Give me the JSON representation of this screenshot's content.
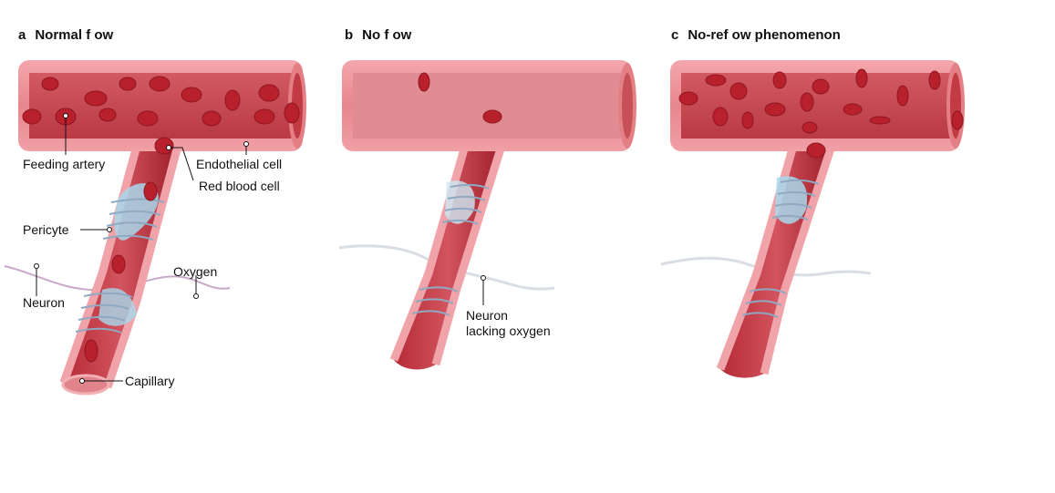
{
  "panels": [
    {
      "letter": "a",
      "title": "Normal f ow"
    },
    {
      "letter": "b",
      "title": "No f ow"
    },
    {
      "letter": "c",
      "title": "No-ref ow phenomenon"
    }
  ],
  "labels": {
    "feeding_artery": "Feeding artery",
    "endothelial_cell": "Endothelial cell",
    "red_blood_cell": "Red blood cell",
    "pericyte": "Pericyte",
    "oxygen": "Oxygen",
    "neuron": "Neuron",
    "capillary": "Capillary",
    "neuron_lacking_oxygen_1": "Neuron",
    "neuron_lacking_oxygen_2": "lacking oxygen"
  },
  "colors": {
    "vessel_wall": "#e8868d",
    "vessel_lumen": "#c23a44",
    "blood_cell": "#b8202c",
    "pericyte": "#a8d8ec",
    "neuron": "#c9a9c9",
    "neuron_dead": "#d9dde4"
  }
}
